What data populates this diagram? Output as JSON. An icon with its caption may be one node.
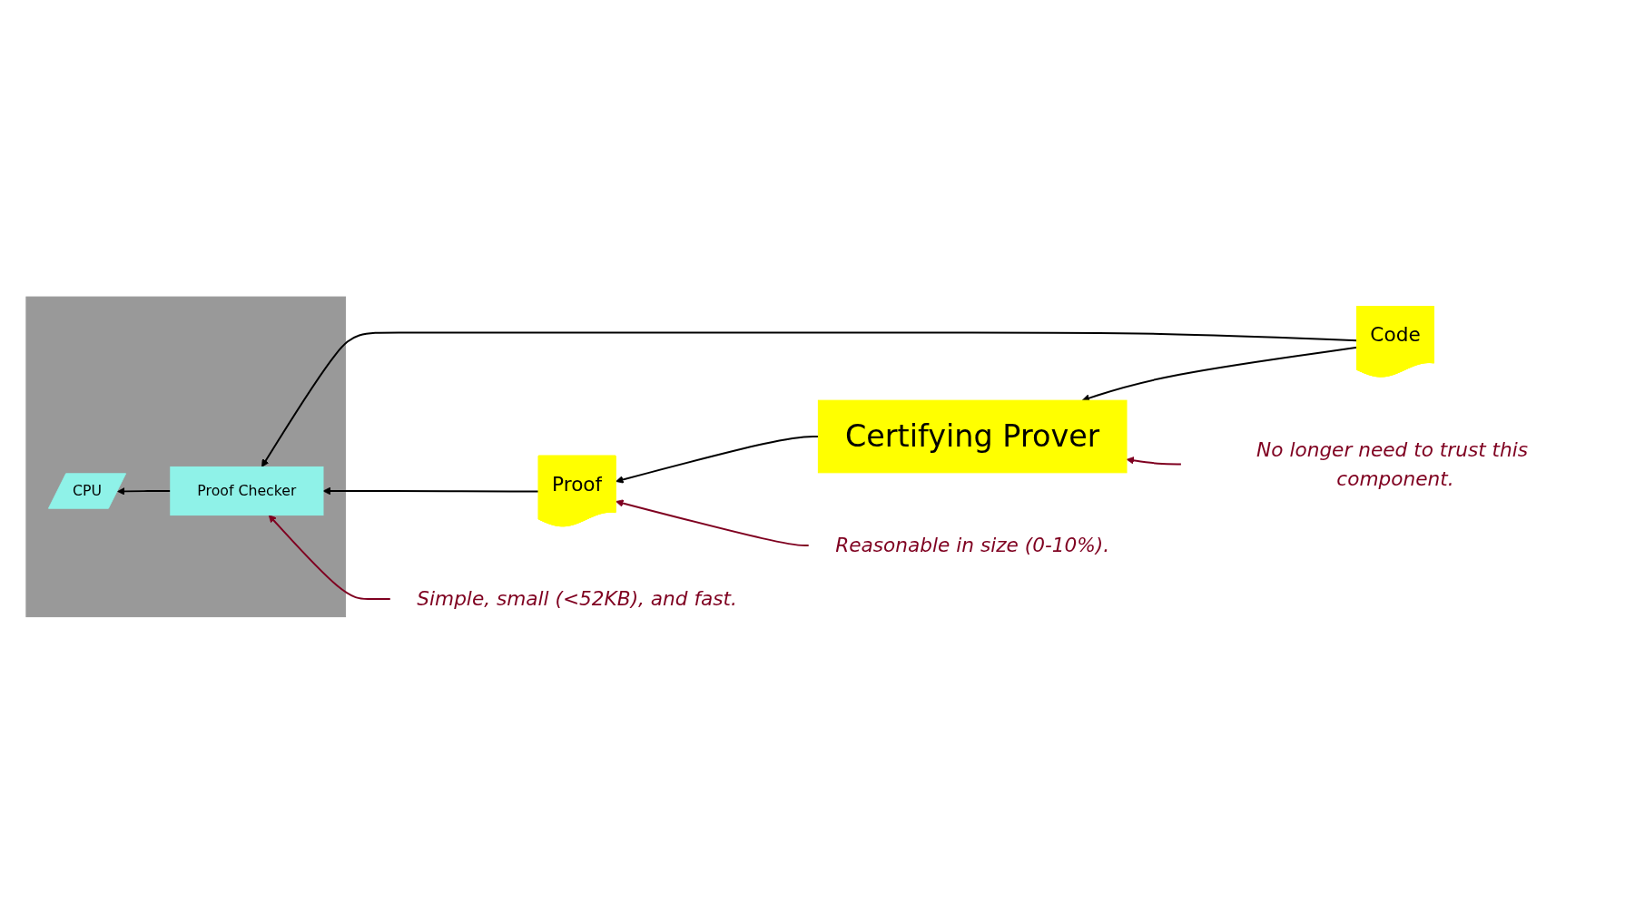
{
  "diagram": {
    "nodes": [
      {
        "text": [],
        "shape": "box"
      },
      {
        "text": [
          "Reasonable in size (0-10%)."
        ]
      },
      {
        "text": [
          "Code"
        ]
      },
      {
        "text": [
          "Proof Checker"
        ],
        "in": 0
      },
      {
        "text": [
          "Proof"
        ]
      },
      {
        "text": [
          "Certifying Prover"
        ]
      },
      {
        "text": [
          "CPU"
        ],
        "in": 0
      },
      {
        "text": [
          "Simple, small (<52KB), and fast."
        ]
      },
      {
        "text": [
          "No longer need to trust this component."
        ]
      }
    ],
    "edges": [
      {
        "from": 2,
        "to": 3,
        "arrow": "to"
      },
      {
        "from": 2,
        "to": 5,
        "arrow": "to"
      },
      {
        "from": 5,
        "to": 4,
        "arrow": "to"
      },
      {
        "from": 4,
        "to": 3,
        "arrow": "to"
      },
      {
        "from": 3,
        "to": 6,
        "arrow": "to"
      },
      {
        "from": 1,
        "to": 4,
        "arrow": "to",
        "color": "#7f0020"
      },
      {
        "from": 7,
        "to": 3,
        "arrow": "to",
        "color": "#7f0020"
      },
      {
        "from": 8,
        "to": 5,
        "arrow": "to",
        "color": "#7f0020"
      }
    ]
  }
}
